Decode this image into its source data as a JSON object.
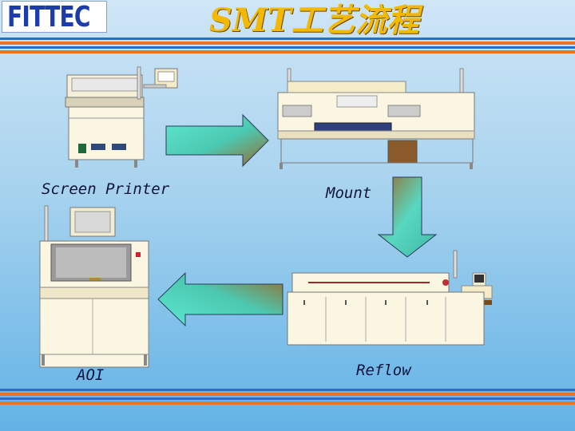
{
  "header": {
    "logo_text": "FITTEC",
    "title": "SMT工艺流程"
  },
  "steps": [
    {
      "label": "Screen Printer",
      "icon": "screen-printer-machine"
    },
    {
      "label": "Mount",
      "icon": "mount-machine"
    },
    {
      "label": "Reflow",
      "icon": "reflow-oven-machine"
    },
    {
      "label": "AOI",
      "icon": "aoi-machine"
    }
  ],
  "colors": {
    "title": "#f3b900",
    "logo_text": "#1b3caa",
    "band_orange": "#e8742a",
    "band_blue": "#1f68b8",
    "arrow_teal": "#5ee8d0",
    "arrow_brown": "#9a6a2a"
  }
}
